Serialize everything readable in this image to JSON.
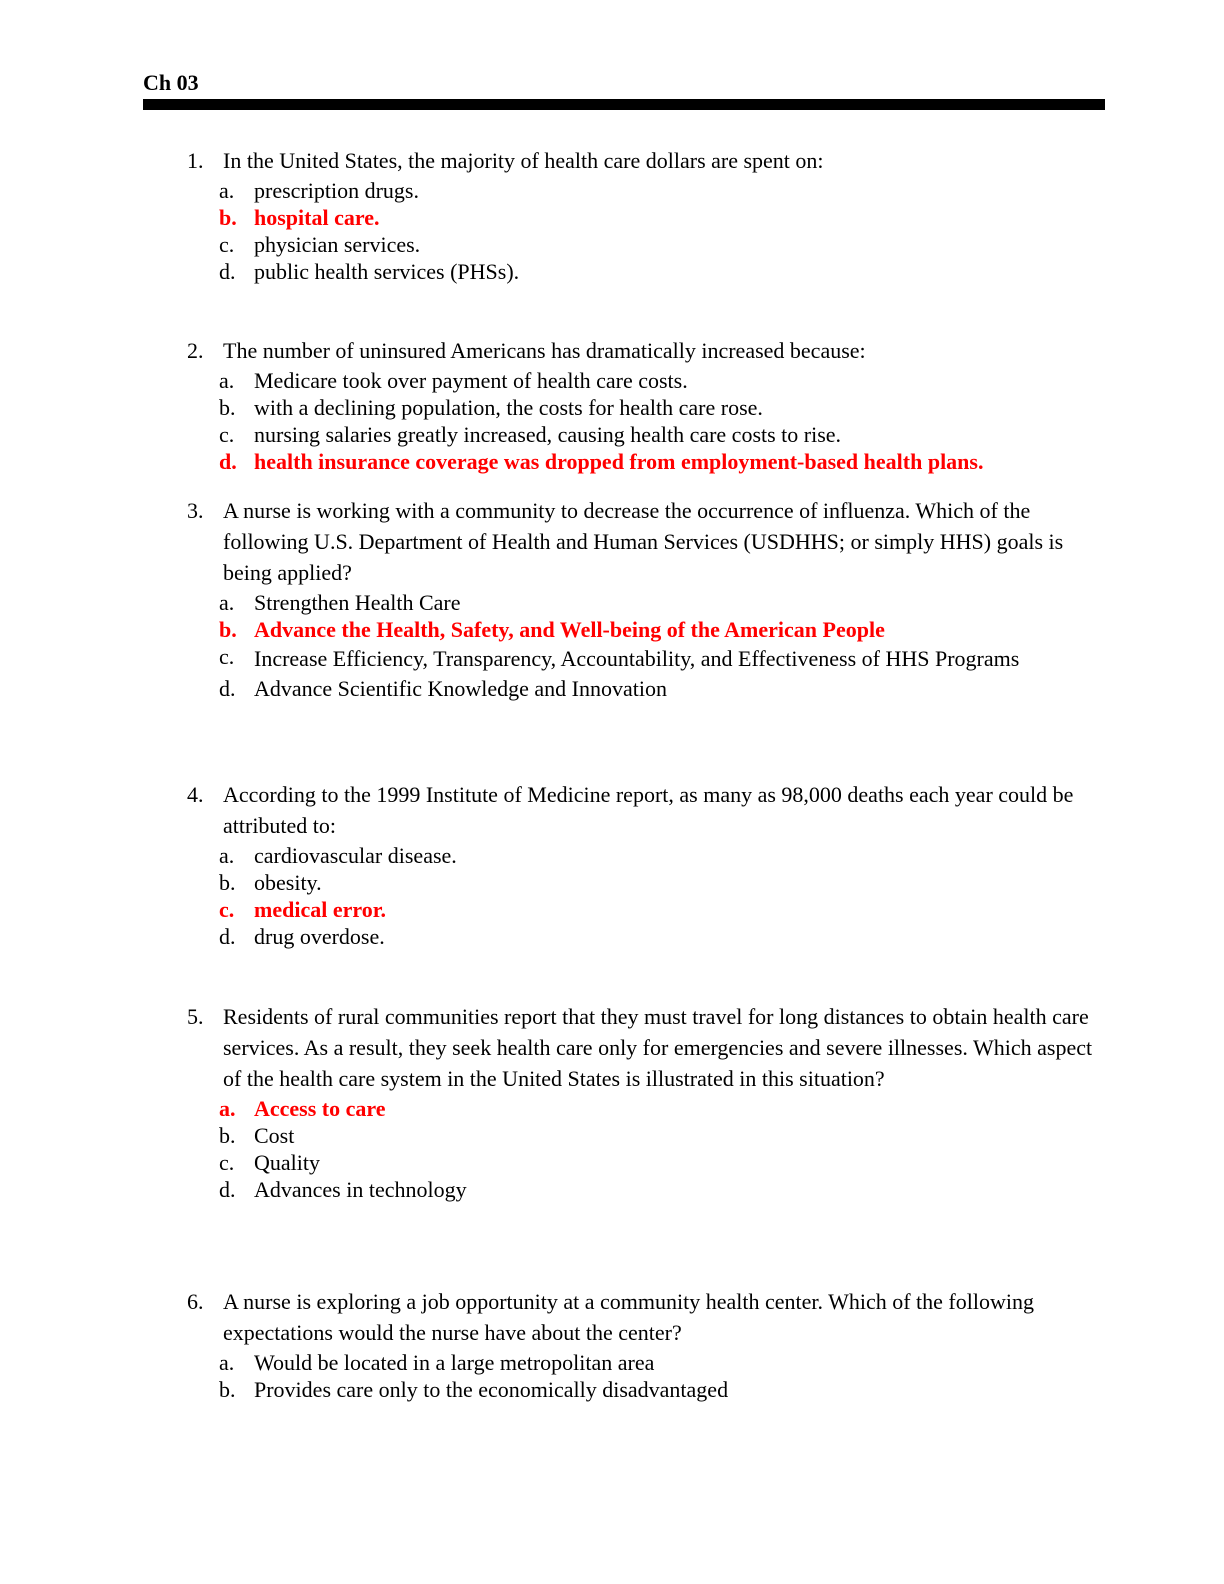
{
  "header": {
    "title": "Ch 03"
  },
  "accent_color": "#ff0000",
  "questions": [
    {
      "number": "1.",
      "text": "In the United States, the majority of health care dollars are spent on:",
      "options": [
        {
          "letter": "a.",
          "text": "prescription drugs.",
          "correct": false
        },
        {
          "letter": "b.",
          "text": "hospital care.",
          "correct": true
        },
        {
          "letter": "c.",
          "text": "physician services.",
          "correct": false
        },
        {
          "letter": "d.",
          "text": "public health services (PHSs).",
          "correct": false
        }
      ]
    },
    {
      "number": "2.",
      "text": "The number of uninsured Americans has dramatically increased because:",
      "options": [
        {
          "letter": "a.",
          "text": "Medicare took over payment of health care costs.",
          "correct": false
        },
        {
          "letter": "b.",
          "text": "with a declining population, the costs for health care rose.",
          "correct": false
        },
        {
          "letter": "c.",
          "text": "nursing salaries greatly increased, causing health care costs to rise.",
          "correct": false
        },
        {
          "letter": "d.",
          "text": "health insurance coverage was dropped from employment-based health plans.",
          "correct": true
        }
      ]
    },
    {
      "number": "3.",
      "text": "A nurse is working with a community to decrease the occurrence of influenza. Which of the following U.S. Department of Health and Human Services (USDHHS; or simply HHS) goals is being applied?",
      "options": [
        {
          "letter": "a.",
          "text": "Strengthen Health Care",
          "correct": false
        },
        {
          "letter": "b.",
          "text": "Advance the Health, Safety, and Well-being of the American People",
          "correct": true
        },
        {
          "letter": "c.",
          "text": "Increase Efficiency, Transparency, Accountability, and Effectiveness of HHS Programs",
          "correct": false
        },
        {
          "letter": "d.",
          "text": "Advance Scientific Knowledge and Innovation",
          "correct": false
        }
      ]
    },
    {
      "number": "4.",
      "text": "According to the 1999 Institute of Medicine report, as many as 98,000 deaths each year could be attributed to:",
      "options": [
        {
          "letter": "a.",
          "text": "cardiovascular disease.",
          "correct": false
        },
        {
          "letter": "b.",
          "text": "obesity.",
          "correct": false
        },
        {
          "letter": "c.",
          "text": "medical error.",
          "correct": true
        },
        {
          "letter": "d.",
          "text": "drug overdose.",
          "correct": false
        }
      ]
    },
    {
      "number": "5.",
      "text": "Residents of rural communities report that they must travel for long distances to obtain health care services. As a result, they seek health care only for emergencies and severe illnesses. Which aspect of the health care system in the United States is illustrated in this situation?",
      "options": [
        {
          "letter": "a.",
          "text": "Access to care",
          "correct": true
        },
        {
          "letter": "b.",
          "text": "Cost",
          "correct": false
        },
        {
          "letter": "c.",
          "text": "Quality",
          "correct": false
        },
        {
          "letter": "d.",
          "text": "Advances in technology",
          "correct": false
        }
      ]
    },
    {
      "number": "6.",
      "text": "A nurse is exploring a job opportunity at a community health center. Which of the following expectations would the nurse have about the center?",
      "options": [
        {
          "letter": "a.",
          "text": "Would be located in a large metropolitan area",
          "correct": false
        },
        {
          "letter": "b.",
          "text": "Provides care only to the economically disadvantaged",
          "correct": false
        }
      ]
    }
  ]
}
